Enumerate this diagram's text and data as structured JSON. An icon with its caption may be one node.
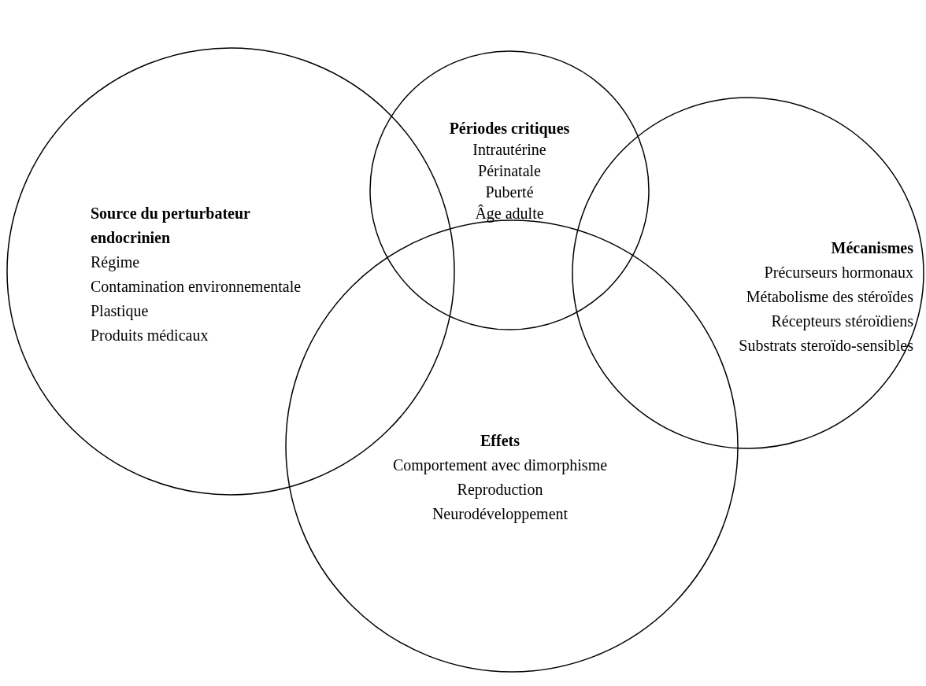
{
  "diagram": {
    "nodes": [
      {
        "text": [
          "Source du perturbateur endocrinien",
          "Régime",
          "Contamination environnementale",
          "Plastique",
          "Produits médicaux"
        ]
      },
      {
        "text": [
          "Périodes critiques",
          "Intrautérine",
          "Périnatale",
          "Puberté",
          "Âge adulte"
        ]
      },
      {
        "text": [
          "Mécanismes",
          "Précurseurs hormonaux",
          "Métabolisme des stéroïdes",
          "Récepteurs stéroïdiens",
          "Substrats steroïdo-sensibles"
        ]
      },
      {
        "text": [
          "Effets",
          "Comportement avec dimorphisme",
          "Reproduction",
          "Neurodéveloppement"
        ]
      }
    ]
  }
}
